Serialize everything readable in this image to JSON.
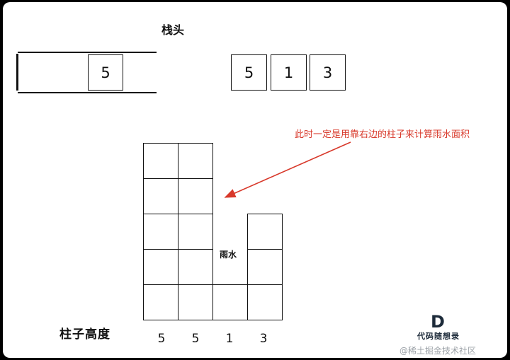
{
  "stack": {
    "label": "栈头",
    "contents": [
      "5"
    ]
  },
  "sequence": [
    "5",
    "1",
    "3"
  ],
  "annotation": {
    "text": "此时一定是用靠右边的柱子来计算雨水面积",
    "color": "#d8392b"
  },
  "bars": {
    "heights": [
      5,
      5,
      1,
      3
    ],
    "rain_label": "雨水",
    "height_label": "柱子高度",
    "height_values": [
      "5",
      "5",
      "1",
      "3"
    ]
  },
  "logo": {
    "letter": "D",
    "text": "代码随想录"
  },
  "watermark": "@稀土掘金技术社区"
}
